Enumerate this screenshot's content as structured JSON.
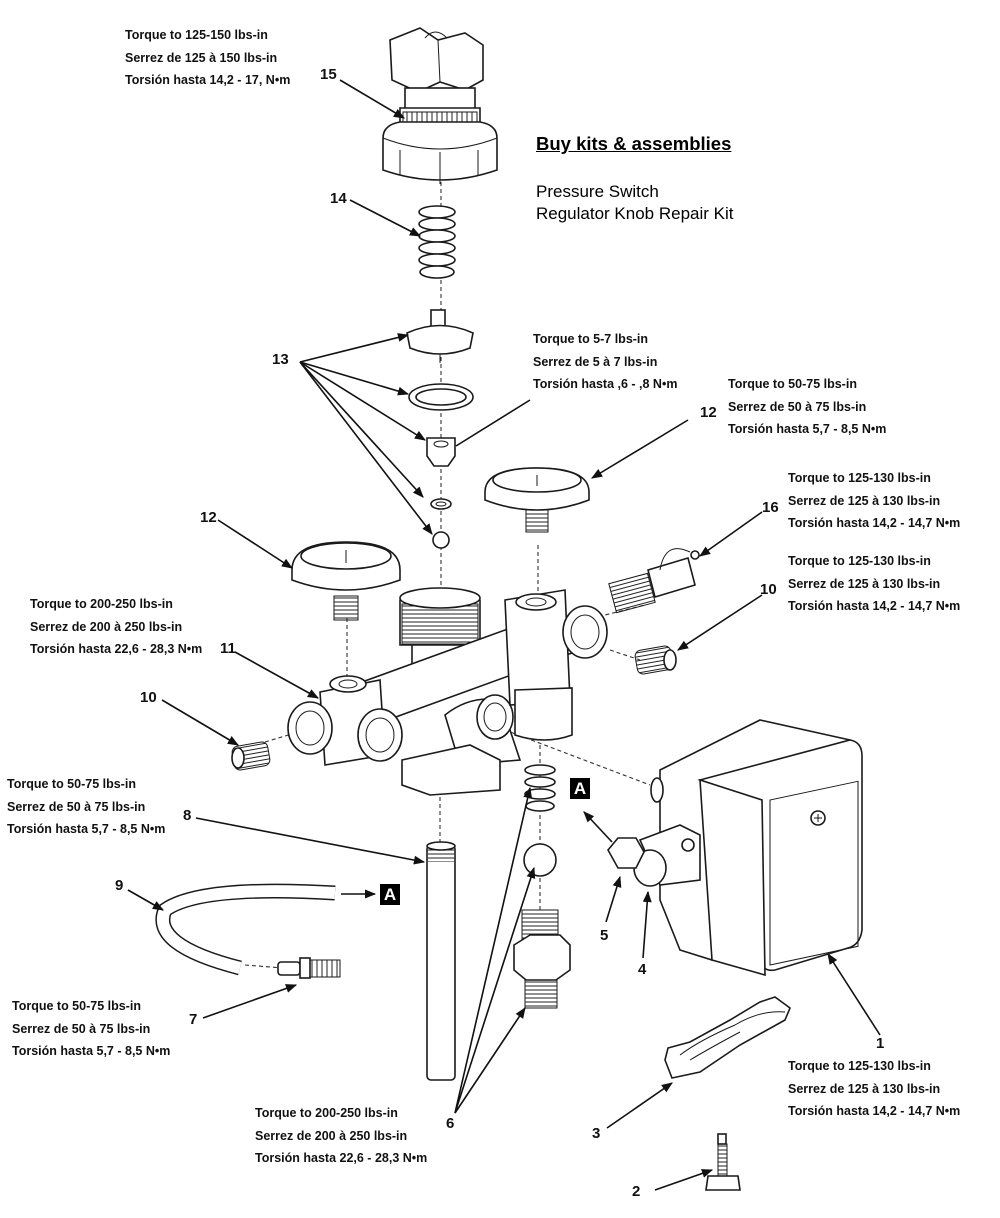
{
  "sidebar_links": {
    "title": "Buy kits & assemblies",
    "items": [
      {
        "label": "Pressure Switch"
      },
      {
        "label": "Regulator Knob Repair Kit"
      }
    ]
  },
  "callouts": [
    {
      "number": "1",
      "part": "pressure-switch"
    },
    {
      "number": "2",
      "part": "screw"
    },
    {
      "number": "3",
      "part": "cord-clamp"
    },
    {
      "number": "4",
      "part": "unloader-valve"
    },
    {
      "number": "5",
      "part": "compression-nut"
    },
    {
      "number": "6",
      "part": "check-valve-set"
    },
    {
      "number": "7",
      "part": "hose-barb-fitting"
    },
    {
      "number": "8",
      "part": "pipe-nipple"
    },
    {
      "number": "9",
      "part": "unloader-hose"
    },
    {
      "number": "10",
      "part": "pipe-plug"
    },
    {
      "number": "11",
      "part": "manifold"
    },
    {
      "number": "12",
      "part": "pressure-gauge"
    },
    {
      "number": "13",
      "part": "regulator-kit"
    },
    {
      "number": "14",
      "part": "regulator-spring"
    },
    {
      "number": "15",
      "part": "regulator-knob"
    },
    {
      "number": "16",
      "part": "safety-valve"
    }
  ],
  "reference_marker": "A",
  "torque_specs": {
    "knob": {
      "en": "Torque to 125-150 lbs-in",
      "fr": "Serrez de 125 à 150 lbs-in",
      "es": "Torsión hasta 14,2 - 17, N•m"
    },
    "seat": {
      "en": "Torque to 5-7 lbs-in",
      "fr": "Serrez de 5 à 7 lbs-in",
      "es": "Torsión hasta ,6 - ,8 N•m"
    },
    "gauge_right": {
      "en": "Torque to 50-75 lbs-in",
      "fr": "Serrez de 50 à 75 lbs-in",
      "es": "Torsión hasta 5,7 - 8,5 N•m"
    },
    "safety_valve": {
      "en": "Torque to 125-130 lbs-in",
      "fr": "Serrez de 125 à 130 lbs-in",
      "es": "Torsión hasta 14,2 - 14,7 N•m"
    },
    "plug_right": {
      "en": "Torque to 125-130 lbs-in",
      "fr": "Serrez de 125 à 130 lbs-in",
      "es": "Torsión hasta 14,2 - 14,7 N•m"
    },
    "manifold": {
      "en": "Torque to 200-250 lbs-in",
      "fr": "Serrez de 200 à 250 lbs-in",
      "es": "Torsión hasta 22,6 - 28,3 N•m"
    },
    "nipple": {
      "en": "Torque to 50-75 lbs-in",
      "fr": "Serrez de 50 à 75 lbs-in",
      "es": "Torsión hasta 5,7 - 8,5 N•m"
    },
    "barb": {
      "en": "Torque to 50-75 lbs-in",
      "fr": "Serrez de 50 à 75 lbs-in",
      "es": "Torsión hasta 5,7 - 8,5 N•m"
    },
    "check_valve": {
      "en": "Torque to 200-250 lbs-in",
      "fr": "Serrez de 200 à 250 lbs-in",
      "es": "Torsión hasta 22,6 - 28,3 N•m"
    },
    "switch": {
      "en": "Torque to 125-130 lbs-in",
      "fr": "Serrez de 125 à 130 lbs-in",
      "es": "Torsión hasta 14,2 - 14,7 N•m"
    }
  }
}
